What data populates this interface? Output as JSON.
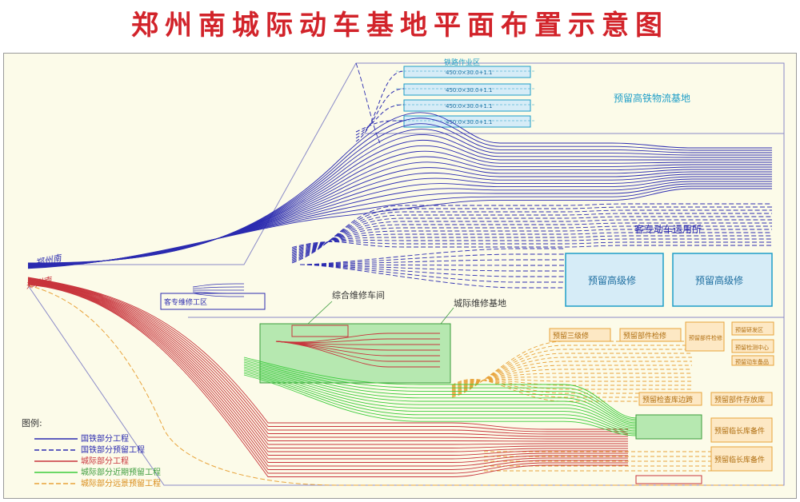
{
  "title": "郑州南城际动车基地平面布置示意图",
  "colors": {
    "national": "#2b2bb0",
    "intercity": "#c8343c",
    "green": "#3ccc3c",
    "orange": "#e8a33a",
    "cyan": "#1e9ec7",
    "zoneFill": "#d6ecf7",
    "greenFill": "#b6e8b0",
    "orangeFill": "#fde8c4"
  },
  "labels": {
    "station_top": "郑州南",
    "station_bottom": "郑州南",
    "rail_work_area": "铁路作业区",
    "logistics": "预留高铁物流基地",
    "emu_depot": "客专动车运用所",
    "maint_top": "预留高级修",
    "maint_top2": "预留高级修",
    "keizhuan": "客专维修工区",
    "general_repair": "综合维修车间",
    "intercity_base": "城际维修基地",
    "o_level3": "预留三级修",
    "o_parts": "预留部件检修",
    "o_small1": "预留部件检修",
    "o_small2": "预留研发区",
    "o_small3": "预留检测中心",
    "o_small4": "预留动车备品",
    "o_depot": "预留检查库边跨",
    "o_parts_store": "预留部件存放库",
    "o_long1": "预留临长库备件",
    "o_long2": "预留临长库备件"
  },
  "tracks": [
    "450.0×30.0+1.1",
    "450.0×30.0+1.1",
    "450.0×30.0+1.1",
    "450.0×30.0+1.1"
  ],
  "legend": {
    "title": "图例:",
    "items": [
      {
        "label": "国铁部分工程",
        "style": "national-solid"
      },
      {
        "label": "国铁部分预留工程",
        "style": "national-dashed"
      },
      {
        "label": "城际部分工程",
        "style": "intercity-solid"
      },
      {
        "label": "城际部分近期预留工程",
        "style": "green-solid"
      },
      {
        "label": "城际部分远景预留工程",
        "style": "orange-dashed"
      }
    ]
  }
}
